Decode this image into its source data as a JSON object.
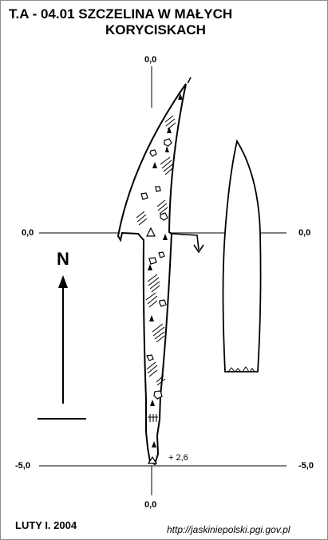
{
  "header": {
    "title_line1": "T.A - 04.01   SZCZELINA W MAŁYCH",
    "title_line2": "KORYCISKACH"
  },
  "axes": {
    "top_label": "0,0",
    "left_mid_label": "0,0",
    "right_mid_label": "0,0",
    "left_bottom_label": "-5,0",
    "right_bottom_label": "-5,0",
    "bottom_label": "0,0"
  },
  "compass": {
    "north_label": "N"
  },
  "survey": {
    "depth_point_label": "+ 2,6"
  },
  "footer": {
    "date": "LUTY I. 2004",
    "url": "http://jaskiniepolski.pgi.gov.pl"
  }
}
